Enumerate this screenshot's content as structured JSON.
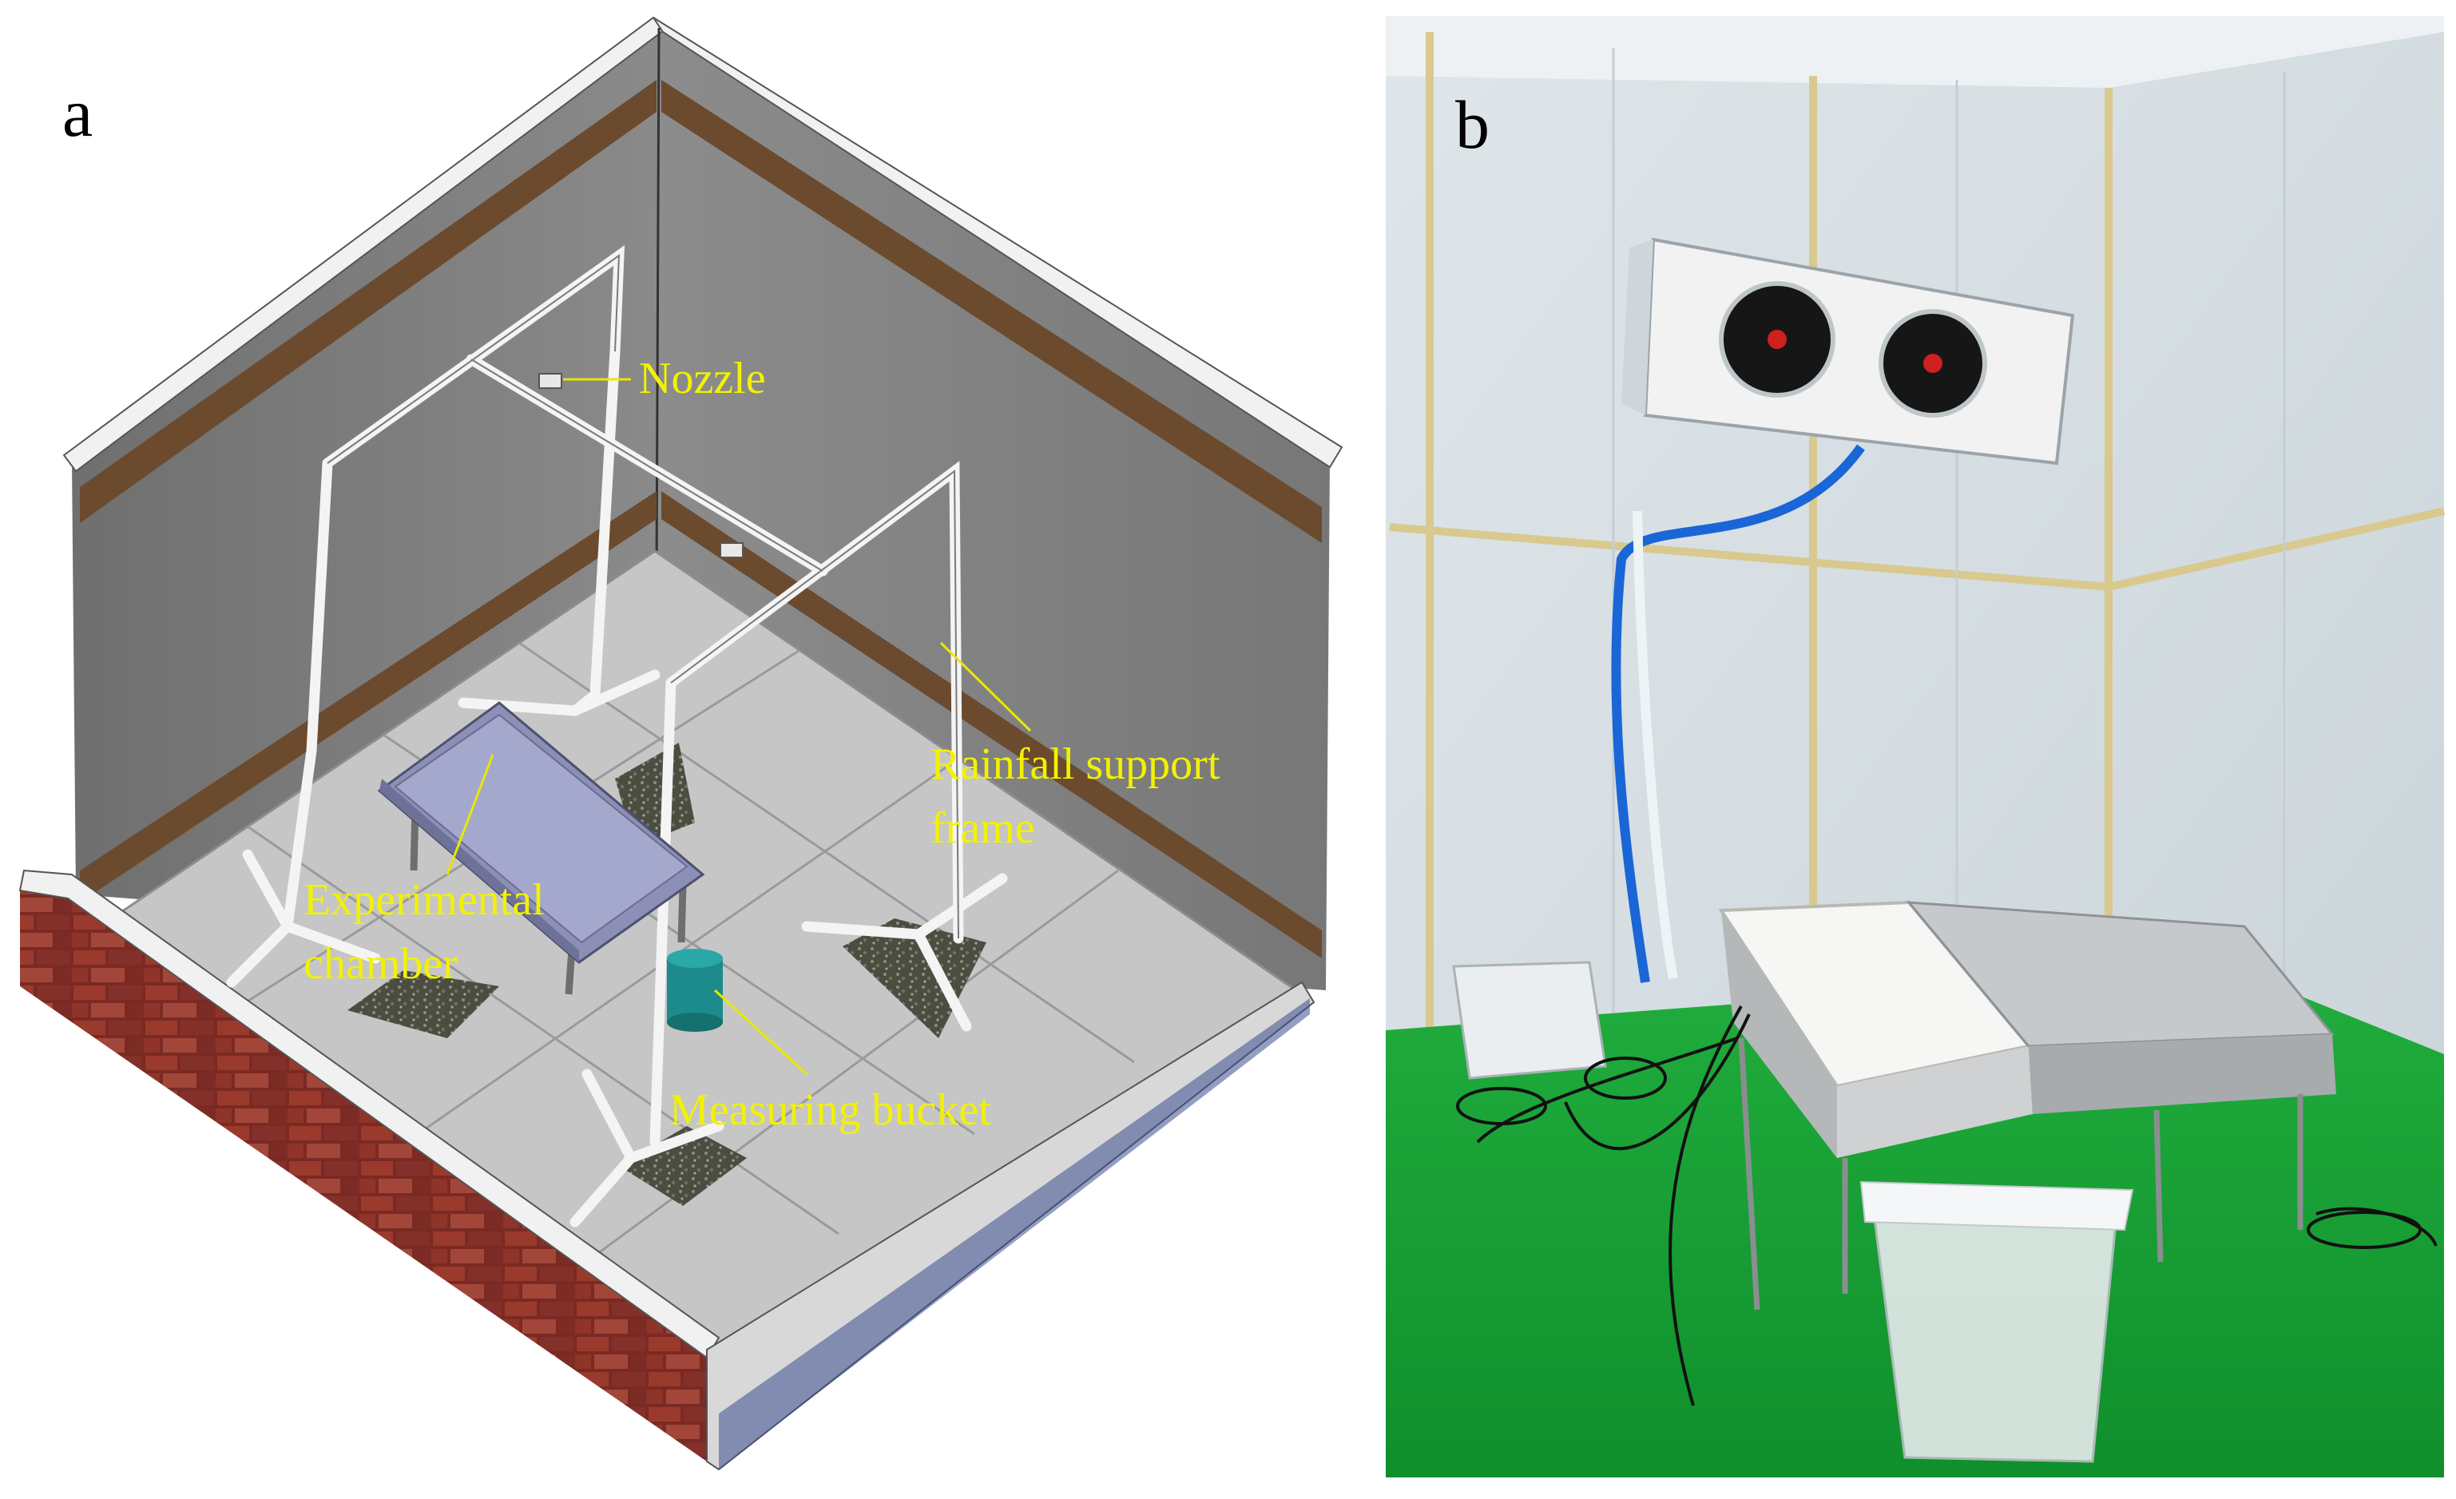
{
  "panels": {
    "a": {
      "label": "a",
      "annotations": {
        "nozzle": "Nozzle",
        "frame_line1": "Rainfall support",
        "frame_line2": "frame",
        "chamber_line1": "Experimental",
        "chamber_line2": "chamber",
        "bucket": "Measuring bucket"
      }
    },
    "b": {
      "label": "b"
    }
  },
  "colors": {
    "annotation": "#f2f200",
    "leader_line": "#e8e800",
    "wall": "#7d7d7d",
    "wall_band": "#6b4a2e",
    "floor": "#c9c9c9",
    "brick": "#8a2f25",
    "bucket": "#1f8f8f",
    "photo_wall": "#e4ebee",
    "photo_floor": "#1fa63a"
  }
}
